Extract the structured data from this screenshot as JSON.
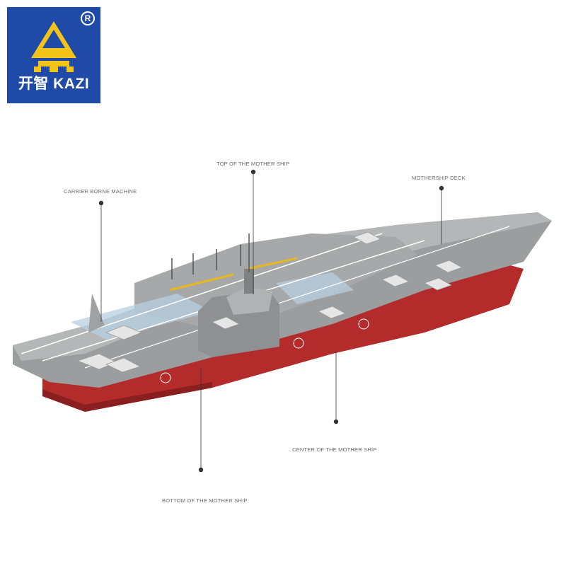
{
  "brand": {
    "name_cn": "开智",
    "name_en": "KAZI",
    "registered_mark": "R",
    "background_color": "#1f4aa8",
    "mark_color": "#f2c318"
  },
  "callouts": {
    "top": "TOP OF THE MOTHER SHIP",
    "deck": "MOTHERSHIP DECK",
    "carrier": "CARRIER BORNE MACHINE",
    "center": "CENTER OF THE MOTHER SHIP",
    "bottom": "BOTTOM OF THE MOTHER SHIP"
  },
  "colors": {
    "hull_red": "#b32b2b",
    "deck_gray": "#9b9d9f",
    "line_color": "#333333"
  }
}
